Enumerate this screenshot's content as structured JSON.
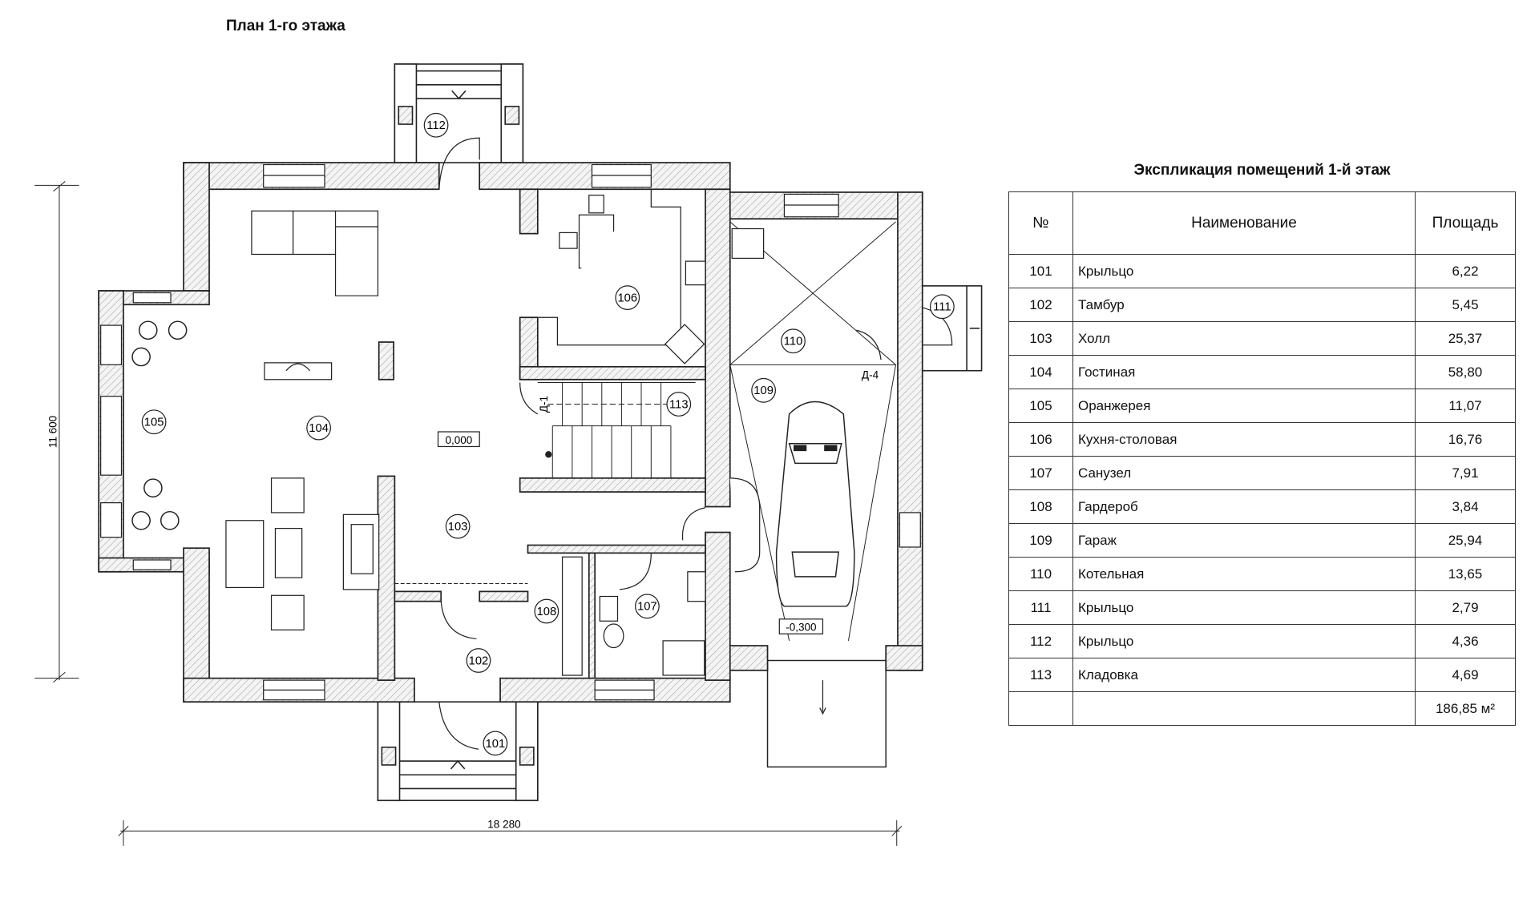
{
  "plan": {
    "title": "План 1-го этажа",
    "rooms": [
      "101",
      "102",
      "103",
      "104",
      "105",
      "106",
      "107",
      "108",
      "109",
      "110",
      "111",
      "112",
      "113"
    ],
    "levels": {
      "main": "0,000",
      "garage": "-0,300"
    },
    "doors": {
      "d4": "Д-4",
      "d1": "Д-1"
    },
    "dimensions": {
      "width": "18 280",
      "height": "11 600"
    }
  },
  "explication": {
    "title": "Экспликация помещений 1-й этаж",
    "headers": {
      "num": "№",
      "name": "Наименование",
      "area": "Площадь"
    },
    "rows": [
      {
        "num": "101",
        "name": "Крыльцо",
        "area": "6,22"
      },
      {
        "num": "102",
        "name": "Тамбур",
        "area": "5,45"
      },
      {
        "num": "103",
        "name": "Холл",
        "area": "25,37"
      },
      {
        "num": "104",
        "name": "Гостиная",
        "area": "58,80"
      },
      {
        "num": "105",
        "name": "Оранжерея",
        "area": "11,07"
      },
      {
        "num": "106",
        "name": "Кухня-столовая",
        "area": "16,76"
      },
      {
        "num": "107",
        "name": "Санузел",
        "area": "7,91"
      },
      {
        "num": "108",
        "name": "Гардероб",
        "area": "3,84"
      },
      {
        "num": "109",
        "name": "Гараж",
        "area": "25,94"
      },
      {
        "num": "110",
        "name": "Котельная",
        "area": "13,65"
      },
      {
        "num": "111",
        "name": "Крыльцо",
        "area": "2,79"
      },
      {
        "num": "112",
        "name": "Крыльцо",
        "area": "4,36"
      },
      {
        "num": "113",
        "name": "Кладовка",
        "area": "4,69"
      }
    ],
    "total": "186,85 м²"
  }
}
